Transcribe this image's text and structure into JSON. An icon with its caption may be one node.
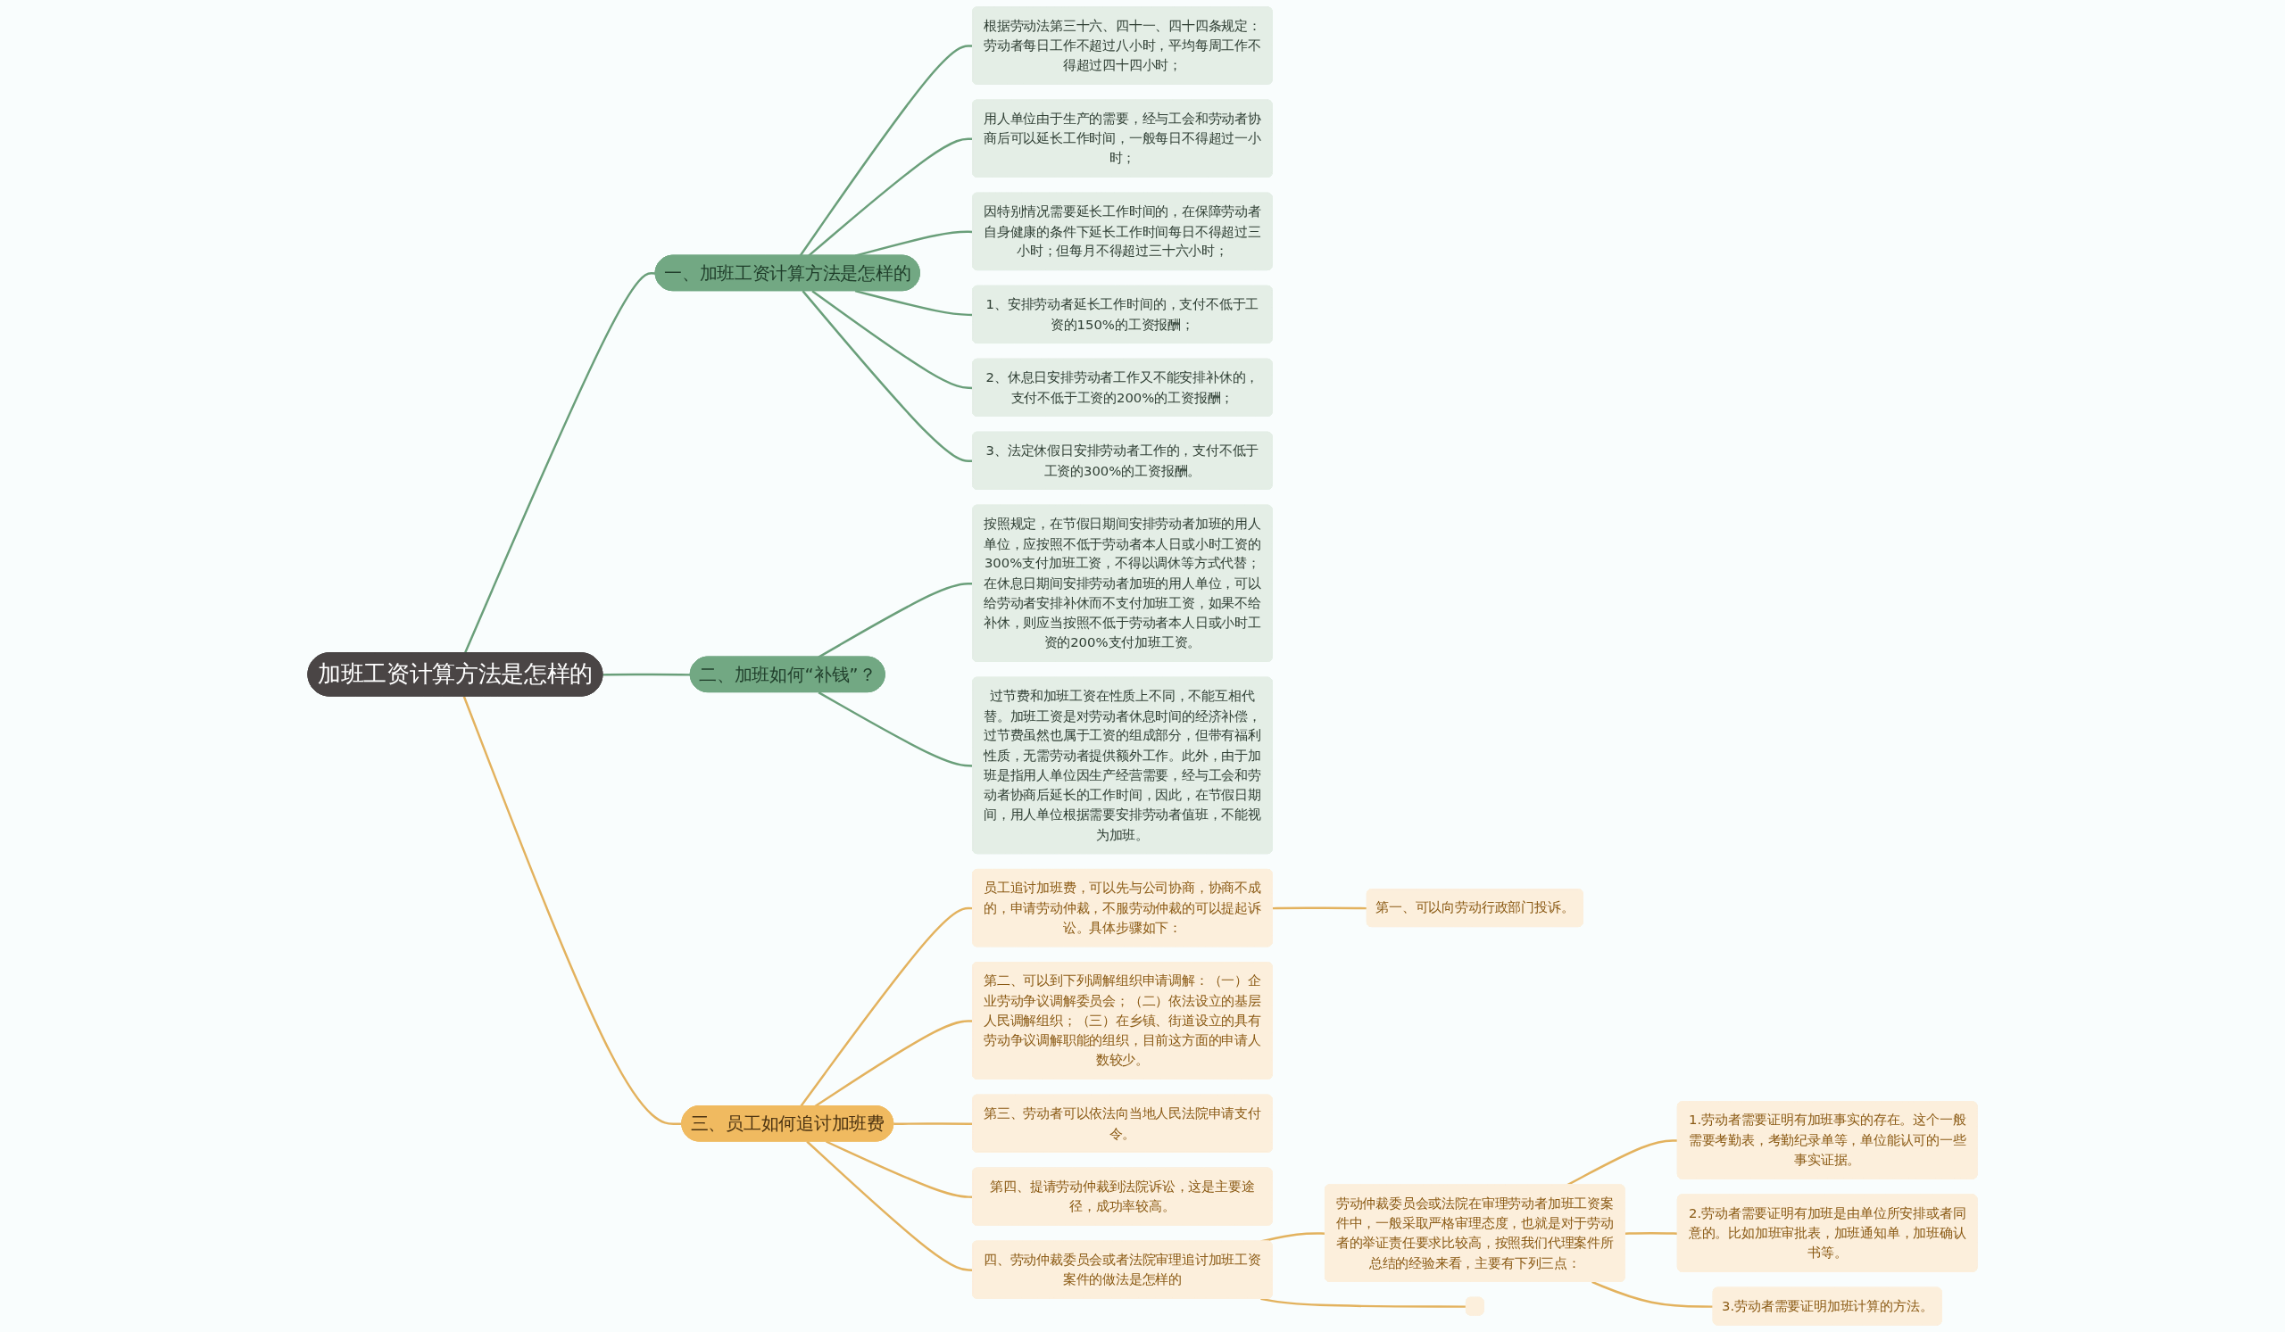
{
  "diagram": {
    "nodes": [
      {
        "text": [
          "加班工资计算方法是怎样的"
        ]
      },
      {
        "text": [
          "一、加班工资计算方法是怎样的"
        ]
      },
      {
        "text": [
          "根据劳动法第三十六、四十一、四十四条规定：劳动者每日工作不超过八小时，平均每周工作不得超过四十四小时；"
        ]
      },
      {
        "text": [
          "用人单位由于生产的需要，经与工会和劳动者协商后可以延长工作时间，一般每日不得超过一小时；"
        ]
      },
      {
        "text": [
          "因特别情况需要延长工作时间的，在保障劳动者自身健康的条件下延长工作时间每日不得超过三小时；但每月不得超过三十六小时；"
        ]
      },
      {
        "text": [
          "1、安排劳动者延长工作时间的，支付不低于工资的150%的工资报酬；"
        ]
      },
      {
        "text": [
          "2、休息日安排劳动者工作又不能安排补休的，支付不低于工资的200%的工资报酬；"
        ]
      },
      {
        "text": [
          "3、法定休假日安排劳动者工作的，支付不低于工资的300%的工资报酬。"
        ]
      },
      {
        "text": [
          "二、加班如何“补钱”？"
        ]
      },
      {
        "text": [
          "按照规定，在节假日期间安排劳动者加班的用人单位，应按照不低于劳动者本人日或小时工资的300%支付加班工资，不得以调休等方式代替；在休息日期间安排劳动者加班的用人单位，可以给劳动者安排补休而不支付加班工资，如果不给补休，则应当按照不低于劳动者本人日或小时工资的200%支付加班工资。"
        ]
      },
      {
        "text": [
          "过节费和加班工资在性质上不同，不能互相代替。加班工资是对劳动者休息时间的经济补偿，过节费虽然也属于工资的组成部分，但带有福利性质，无需劳动者提供额外工作。此外，由于加班是指用人单位因生产经营需要，经与工会和劳动者协商后延长的工作时间，因此，在节假日期间，用人单位根据需要安排劳动者值班，不能视为加班。"
        ]
      },
      {
        "text": [
          "三、员工如何追讨加班费"
        ]
      },
      {
        "text": [
          "员工追讨加班费，可以先与公司协商，协商不成的，申请劳动仲裁，不服劳动仲裁的可以提起诉讼。具体步骤如下："
        ]
      },
      {
        "text": [
          "第一、可以向劳动行政部门投诉。"
        ]
      },
      {
        "text": [
          "第二、可以到下列调解组织申请调解：（一）企业劳动争议调解委员会；（二）依法设立的基层人民调解组织；（三）在乡镇、街道设立的具有劳动争议调解职能的组织，目前这方面的申请人数较少。"
        ]
      },
      {
        "text": [
          "第三、劳动者可以依法向当地人民法院申请支付令。"
        ]
      },
      {
        "text": [
          "第四、提请劳动仲裁到法院诉讼，这是主要途径，成功率较高。"
        ]
      },
      {
        "text": [
          "四、劳动仲裁委员会或者法院审理追讨加班工资案件的做法是怎样的"
        ]
      },
      {
        "text": [
          "劳动仲裁委员会或法院在审理劳动者加班工资案件中，一般采取严格审理态度，也就是对于劳动者的举证责任要求比较高，按照我们代理案件所总结的经验来看，主要有下列三点："
        ]
      },
      {
        "text": [
          "1.劳动者需要证明有加班事实的存在。这个一般需要考勤表，考勤纪录单等，单位能认可的一些事实证据。"
        ]
      },
      {
        "text": [
          "2.劳动者需要证明有加班是由单位所安排或者同意的。比如加班审批表，加班通知单，加班确认书等。"
        ]
      },
      {
        "text": [
          "3.劳动者需要证明加班计算的方法。"
        ]
      },
      {
        "text": [],
        "shape": "box"
      }
    ],
    "edges": [
      {
        "from": 0,
        "to": 1,
        "arrow": "none",
        "color": "#6a9f7a"
      },
      {
        "from": 1,
        "to": 2,
        "arrow": "none",
        "color": "#6a9f7a"
      },
      {
        "from": 1,
        "to": 3,
        "arrow": "none",
        "color": "#6a9f7a"
      },
      {
        "from": 1,
        "to": 4,
        "arrow": "none",
        "color": "#6a9f7a"
      },
      {
        "from": 1,
        "to": 5,
        "arrow": "none",
        "color": "#6a9f7a"
      },
      {
        "from": 1,
        "to": 6,
        "arrow": "none",
        "color": "#6a9f7a"
      },
      {
        "from": 1,
        "to": 7,
        "arrow": "none",
        "color": "#6a9f7a"
      },
      {
        "from": 0,
        "to": 8,
        "arrow": "none",
        "color": "#6a9f7a"
      },
      {
        "from": 8,
        "to": 9,
        "arrow": "none",
        "color": "#6a9f7a"
      },
      {
        "from": 8,
        "to": 10,
        "arrow": "none",
        "color": "#6a9f7a"
      },
      {
        "from": 0,
        "to": 11,
        "arrow": "none"
      },
      {
        "from": 11,
        "to": 12,
        "arrow": "none"
      },
      {
        "from": 12,
        "to": 13,
        "arrow": "none"
      },
      {
        "from": 11,
        "to": 14,
        "arrow": "none"
      },
      {
        "from": 11,
        "to": 15,
        "arrow": "none"
      },
      {
        "from": 11,
        "to": 16,
        "arrow": "none"
      },
      {
        "from": 11,
        "to": 17,
        "arrow": "none"
      },
      {
        "from": 17,
        "to": 18,
        "arrow": "none"
      },
      {
        "from": 18,
        "to": 19,
        "arrow": "none"
      },
      {
        "from": 18,
        "to": 20,
        "arrow": "none"
      },
      {
        "from": 18,
        "to": 21,
        "arrow": "none"
      },
      {
        "from": 17,
        "to": 22,
        "arrow": "none"
      }
    ]
  }
}
